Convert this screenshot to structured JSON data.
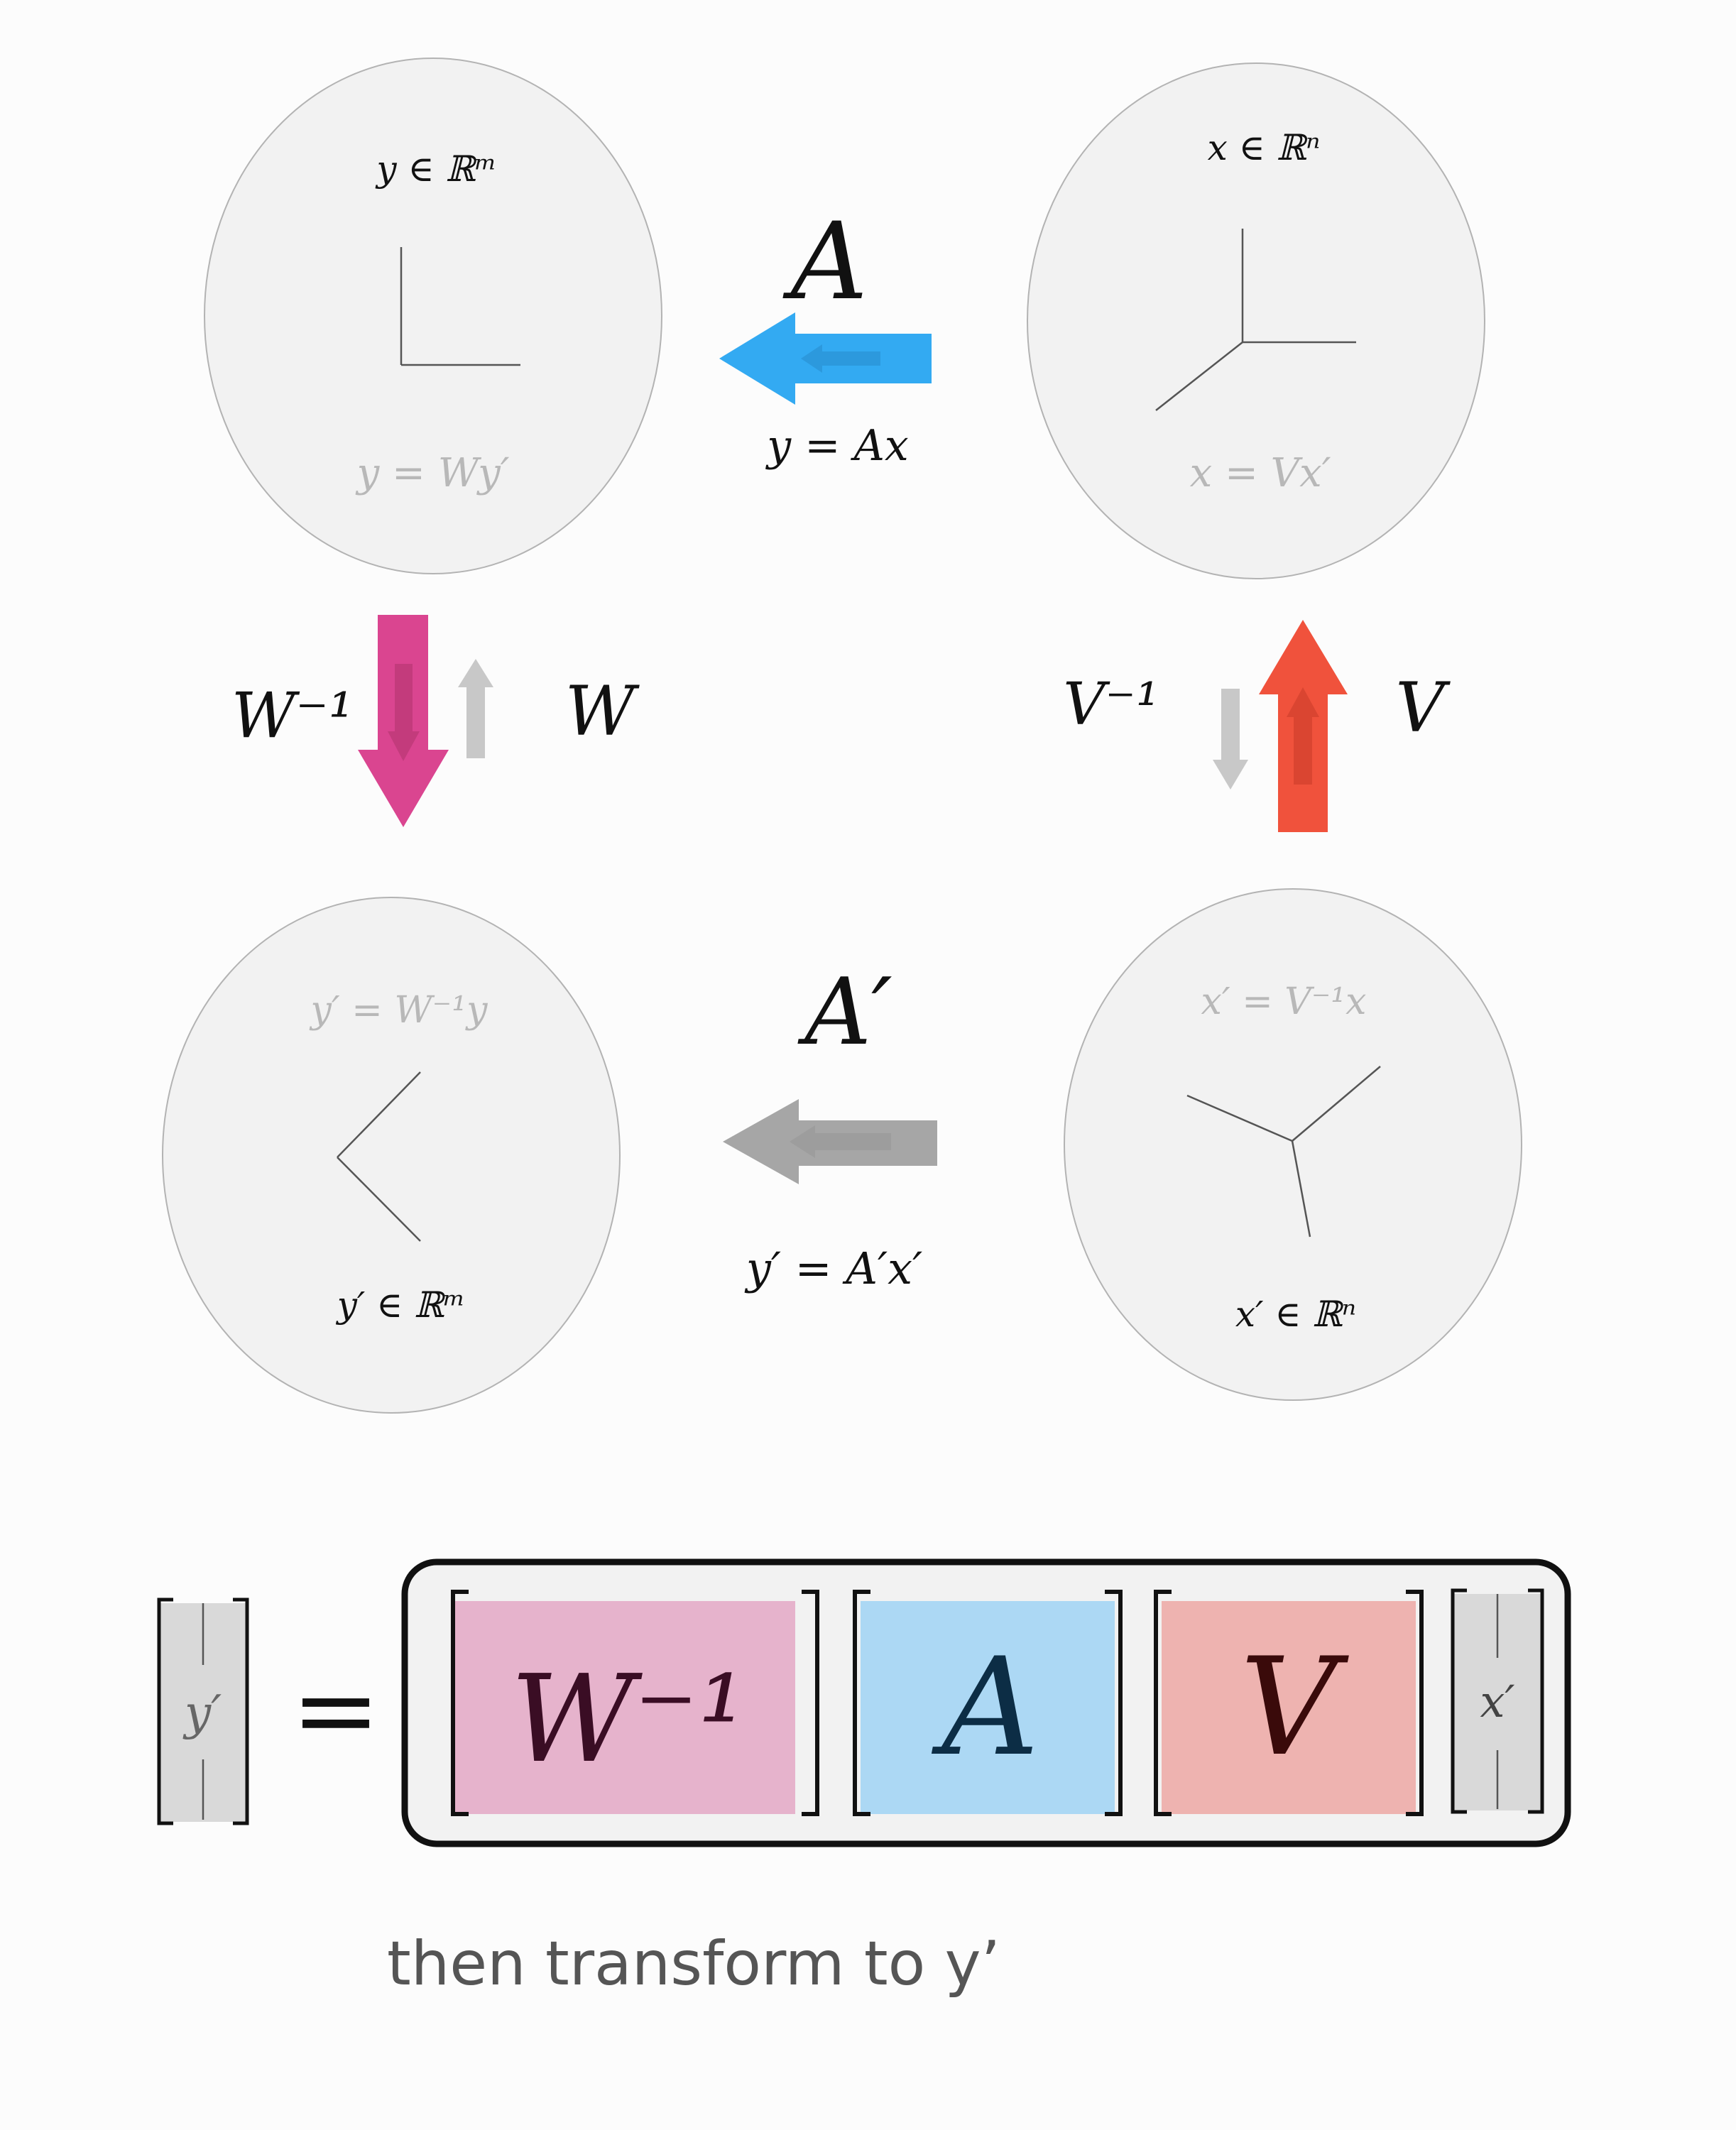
{
  "colors": {
    "background": "#fcfcfc",
    "space_fill": "#f2f2f2",
    "space_stroke": "#b3b3b3",
    "axis": "#555555",
    "muted_text": "#b8b8b8",
    "blue_arrow": "#33aaf2",
    "magenta_arrow": "#da4590",
    "red_arrow": "#f0523c",
    "gray_arrow": "#a6a6a6",
    "light_gray_arrow": "#c8c8c8",
    "w_inv_block": "#e6b3cc",
    "a_block": "#acd8f4",
    "v_block": "#eeb3b0",
    "vector_block": "#d9d9d9"
  },
  "spaces": {
    "y": {
      "membership": "y ∈ ℝᵐ",
      "relation": "y = Wy′"
    },
    "x": {
      "membership": "x ∈ ℝⁿ",
      "relation": "x = Vx′"
    },
    "y_prime": {
      "membership": "y′ ∈ ℝᵐ",
      "relation": "y′ = W⁻¹y"
    },
    "x_prime": {
      "membership": "x′ ∈ ℝⁿ",
      "relation": "x′ = V⁻¹x"
    }
  },
  "maps": {
    "A": {
      "symbol": "A",
      "equation": "y = Ax"
    },
    "A_prime": {
      "symbol": "A′",
      "equation": "y′ = A′x′"
    },
    "W_inv": {
      "symbol": "W⁻¹"
    },
    "W": {
      "symbol": "W"
    },
    "V_inv": {
      "symbol": "V⁻¹"
    },
    "V": {
      "symbol": "V"
    }
  },
  "equation": {
    "lhs": "y′",
    "equals": "=",
    "blocks": [
      {
        "id": "w_inv",
        "label": "W⁻¹"
      },
      {
        "id": "a",
        "label": "A"
      },
      {
        "id": "v",
        "label": "V"
      }
    ],
    "rhs_vector": "x′"
  },
  "caption": "then transform to y’"
}
